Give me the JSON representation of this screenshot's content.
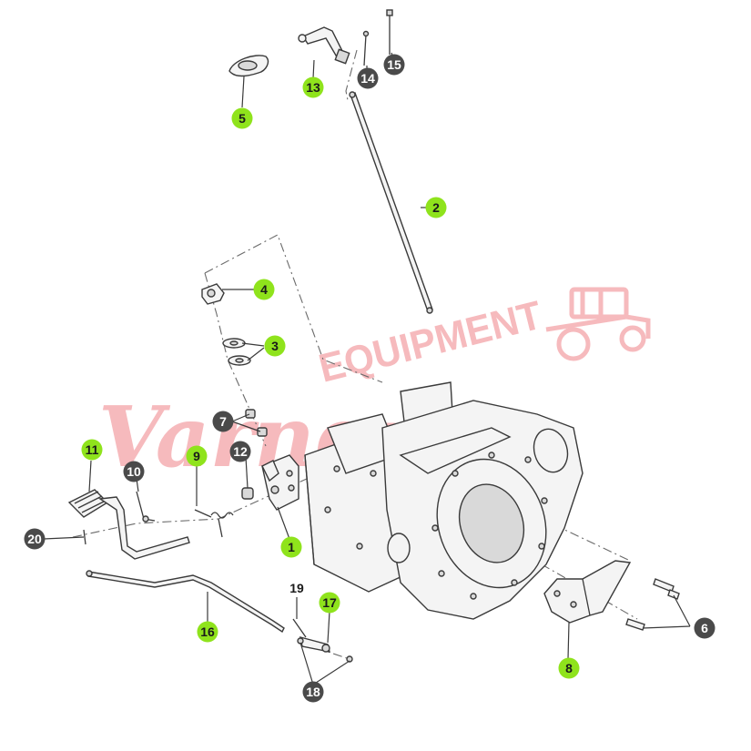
{
  "watermark": {
    "script_text": "Varner",
    "block_text": "EQUIPMENT",
    "color": "#f4a3a8"
  },
  "colors": {
    "callout_green": "#8fe31c",
    "callout_gray": "#4a4a4a",
    "linework": "#3a3a3a"
  },
  "callouts": [
    {
      "id": "c1",
      "label": "1",
      "style": "green"
    },
    {
      "id": "c2",
      "label": "2",
      "style": "green"
    },
    {
      "id": "c3",
      "label": "3",
      "style": "green"
    },
    {
      "id": "c4",
      "label": "4",
      "style": "green"
    },
    {
      "id": "c5",
      "label": "5",
      "style": "green"
    },
    {
      "id": "c6",
      "label": "6",
      "style": "gray"
    },
    {
      "id": "c7",
      "label": "7",
      "style": "gray"
    },
    {
      "id": "c8",
      "label": "8",
      "style": "green"
    },
    {
      "id": "c9",
      "label": "9",
      "style": "green"
    },
    {
      "id": "c10",
      "label": "10",
      "style": "gray"
    },
    {
      "id": "c11",
      "label": "11",
      "style": "green"
    },
    {
      "id": "c12",
      "label": "12",
      "style": "gray"
    },
    {
      "id": "c13",
      "label": "13",
      "style": "green"
    },
    {
      "id": "c14",
      "label": "14",
      "style": "gray"
    },
    {
      "id": "c15",
      "label": "15",
      "style": "gray"
    },
    {
      "id": "c16",
      "label": "16",
      "style": "green"
    },
    {
      "id": "c17",
      "label": "17",
      "style": "green"
    },
    {
      "id": "c18",
      "label": "18",
      "style": "gray"
    },
    {
      "id": "c19",
      "label": "19",
      "style": "white"
    },
    {
      "id": "c20",
      "label": "20",
      "style": "gray"
    }
  ]
}
